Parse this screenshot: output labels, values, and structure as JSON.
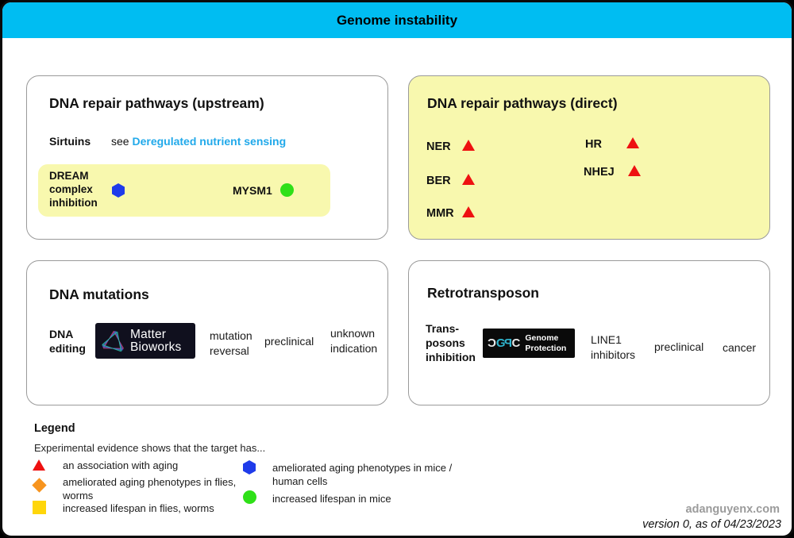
{
  "page": {
    "title": "Genome instability"
  },
  "colors": {
    "header_cyan": "#00BDF2",
    "link_blue": "#21A9EA",
    "panel_yellow": "#F8F8AE",
    "triangle_red": "#EE1111",
    "diamond_orange": "#F7941E",
    "square_yellow": "#FFD60A",
    "hexagon_blue": "#1F3BEA",
    "circle_green": "#2FE018"
  },
  "panels": {
    "upstream": {
      "title": "DNA repair pathways (upstream)",
      "sirtuins_label": "Sirtuins",
      "see_text": "see",
      "link_text": "Deregulated nutrient sensing",
      "dream_label": "DREAM complex inhibition",
      "dream_icon": "blue-hexagon",
      "mysm1_label": "MYSM1",
      "mysm1_icon": "green-circle"
    },
    "direct": {
      "title": "DNA repair pathways (direct)",
      "left_items": [
        "NER",
        "BER",
        "MMR"
      ],
      "right_items": [
        "HR",
        "NHEJ"
      ],
      "item_icon": "red-triangle"
    },
    "mutations": {
      "title": "DNA mutations",
      "target": "DNA editing",
      "company": "Matter Bioworks",
      "company_lines": [
        "Matter",
        "Bioworks"
      ],
      "approach": "mutation reversal",
      "stage": "preclinical",
      "indication": "unknown indication"
    },
    "retrotransposon": {
      "title": "Retrotransposon",
      "target": "Trans-posons inhibition",
      "company": "Genome Protection",
      "company_lines": [
        "Genome",
        "Protection"
      ],
      "mark_letters": [
        "C",
        "G",
        "P",
        "C"
      ],
      "approach": "LINE1 inhibitors",
      "stage": "preclinical",
      "indication": "cancer"
    }
  },
  "legend": {
    "title": "Legend",
    "subtitle": "Experimental evidence shows that the target has...",
    "items": [
      {
        "icon": "red-triangle",
        "label": "an association with aging"
      },
      {
        "icon": "orange-diamond",
        "label": "ameliorated aging phenotypes in flies, worms"
      },
      {
        "icon": "yellow-square",
        "label": "increased lifespan in flies, worms"
      },
      {
        "icon": "blue-hexagon",
        "label": "ameliorated aging phenotypes in mice / human cells"
      },
      {
        "icon": "green-circle",
        "label": "increased lifespan in mice"
      }
    ]
  },
  "footer": {
    "site": "adanguyenx.com",
    "version": "version 0, as of 04/23/2023"
  }
}
